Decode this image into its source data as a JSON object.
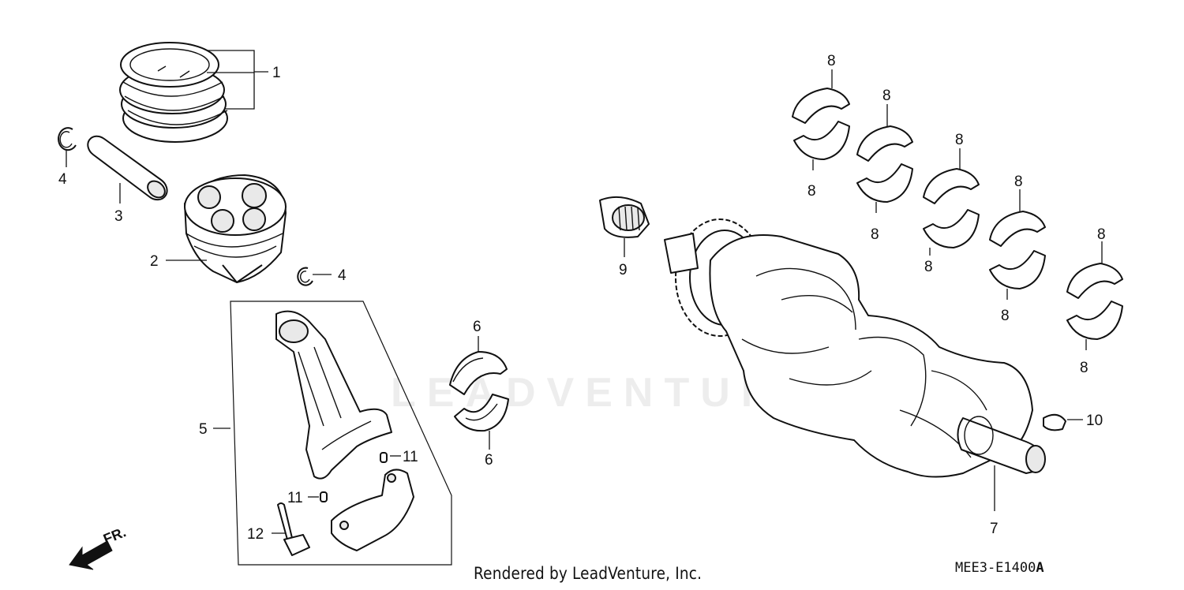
{
  "diagram": {
    "callouts": {
      "piston_rings": "1",
      "piston": "2",
      "piston_pin": "3",
      "pin_clip_top": "4",
      "pin_clip_right": "4",
      "connecting_rod_assy": "5",
      "rod_bearing_top": "6",
      "rod_bearing_bottom": "6",
      "crankshaft": "7",
      "main_bearing_label": "8",
      "needle_bearing": "9",
      "woodruff_key": "10",
      "dowel_pin_upper": "11",
      "dowel_pin_lower": "11",
      "rod_bolt": "12"
    },
    "direction_label": "FR.",
    "watermark": "LEADVENTURE",
    "credit": "Rendered by LeadVenture, Inc.",
    "code_prefix": "MEE3-E1400",
    "code_suffix": "A"
  }
}
